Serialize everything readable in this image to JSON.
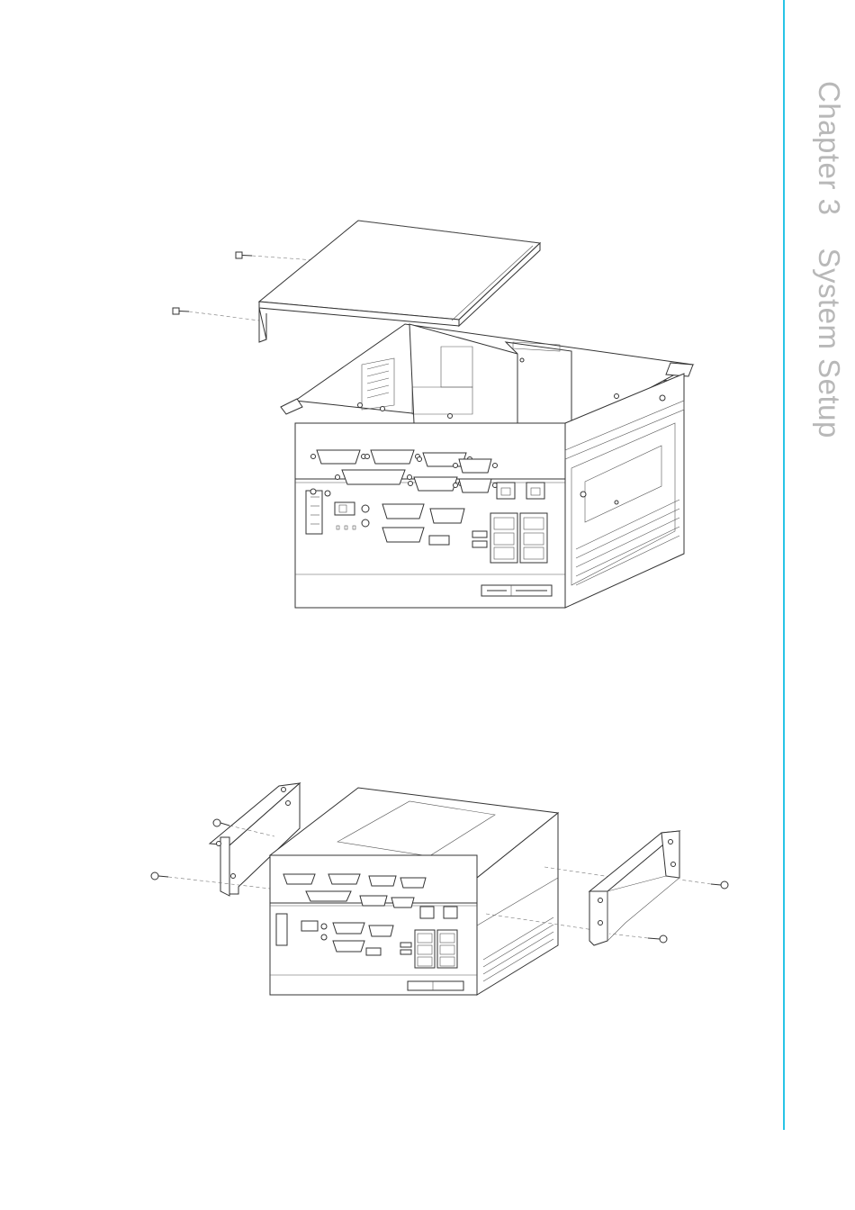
{
  "header": {
    "chapter_label": "Chapter 3",
    "section_title": "System Setup"
  },
  "figures": [
    {
      "name": "top-cover-removal-diagram"
    },
    {
      "name": "mounting-bracket-installation-diagram"
    }
  ],
  "colors": {
    "accent_rule": "#29c4e6",
    "tab_text": "#b8b8b8",
    "line_art": "#333333"
  }
}
